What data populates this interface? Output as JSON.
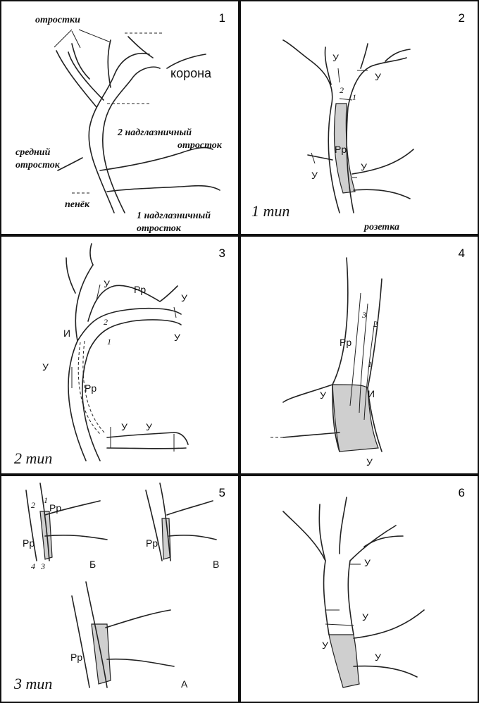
{
  "panels": [
    {
      "number": "1",
      "labels": {
        "processes": "отростки",
        "crown": "корона",
        "second_brow": "2 надглазничный",
        "second_brow_2": "отросток",
        "middle": "средний",
        "middle_2": "отросток",
        "stump": "пенёк",
        "first_brow": "1 надглазничный",
        "first_brow_2": "отросток"
      }
    },
    {
      "number": "2",
      "labels": {
        "type": "1 тип",
        "rosette": "розетка",
        "u": "У",
        "rr": "Рр",
        "n1": "1",
        "n2": "2"
      }
    },
    {
      "number": "3",
      "labels": {
        "type": "2 тип",
        "u": "У",
        "rr": "Рр",
        "i": "И",
        "n1": "1",
        "n2": "2"
      }
    },
    {
      "number": "4",
      "labels": {
        "u": "У",
        "rr": "Рр",
        "i": "И",
        "n1": "1",
        "n2": "2",
        "n3": "3"
      }
    },
    {
      "number": "5",
      "labels": {
        "type": "3 тип",
        "rr": "Рр",
        "b": "Б",
        "v": "В",
        "a": "А",
        "n1": "1",
        "n2": "2",
        "n3": "3",
        "n4": "4"
      }
    },
    {
      "number": "6",
      "labels": {
        "u": "У"
      }
    }
  ]
}
